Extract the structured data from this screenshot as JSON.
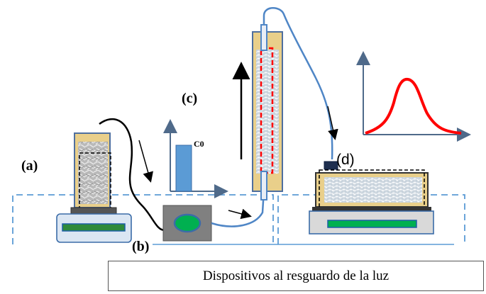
{
  "labels": {
    "a": "(a)",
    "b": "(b)",
    "c": "(c)",
    "d": "(d)",
    "c0": "C0"
  },
  "caption": "Dispositivos al resguardo de la luz",
  "colors": {
    "tube": "#4f86c6",
    "gold": "#e9cf8a",
    "red_curve": "#ff0000",
    "green": "#00b050",
    "bar_blue": "#5b9bd5"
  },
  "icons": [
    "balance-icon",
    "pump-icon",
    "arrow-icon"
  ]
}
